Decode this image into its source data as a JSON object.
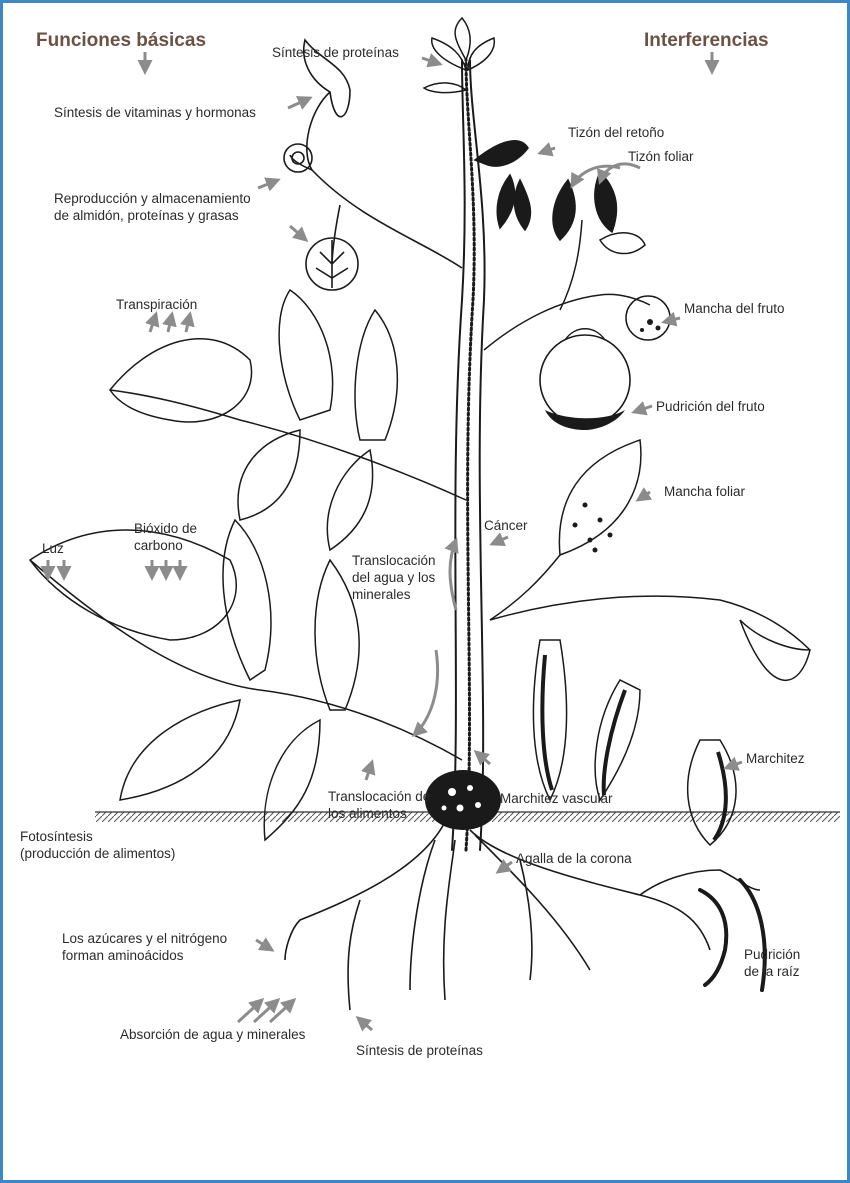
{
  "headers": {
    "left": "Funciones básicas",
    "right": "Interferencias"
  },
  "functions": {
    "protein_synthesis_top": "Síntesis de proteínas",
    "vitamins_hormones": "Síntesis de vitaminas y hormonas",
    "reproduction_storage": "Reproducción y almacenamiento\nde almidón, proteínas y grasas",
    "transpiration": "Transpiración",
    "light": "Luz",
    "co2": "Bióxido de\ncarbono",
    "water_translocation": "Translocación\ndel agua y los\nminerales",
    "food_translocation": "Translocación de\nlos alimentos",
    "photosynthesis": "Fotosíntesis\n(producción de alimentos)",
    "amino_acids": "Los azúcares y el nitrógeno\nforman aminoácidos",
    "absorption": "Absorción de agua y minerales",
    "protein_synthesis_root": "Síntesis de proteínas"
  },
  "interferences": {
    "shoot_blight": "Tizón del retoño",
    "leaf_blight": "Tizón foliar",
    "fruit_spot": "Mancha del fruto",
    "fruit_rot": "Pudrición del fruto",
    "leaf_spot": "Mancha foliar",
    "canker": "Cáncer",
    "wilt": "Marchitez",
    "vascular_wilt": "Marchitez vascular",
    "crown_gall": "Agalla de la corona",
    "root_rot": "Pudrición\nde la raíz"
  },
  "colors": {
    "frame": "#3d87c6",
    "header_text": "#6b5244",
    "arrow": "#8c8c8c",
    "ink": "#1a1a1a"
  }
}
